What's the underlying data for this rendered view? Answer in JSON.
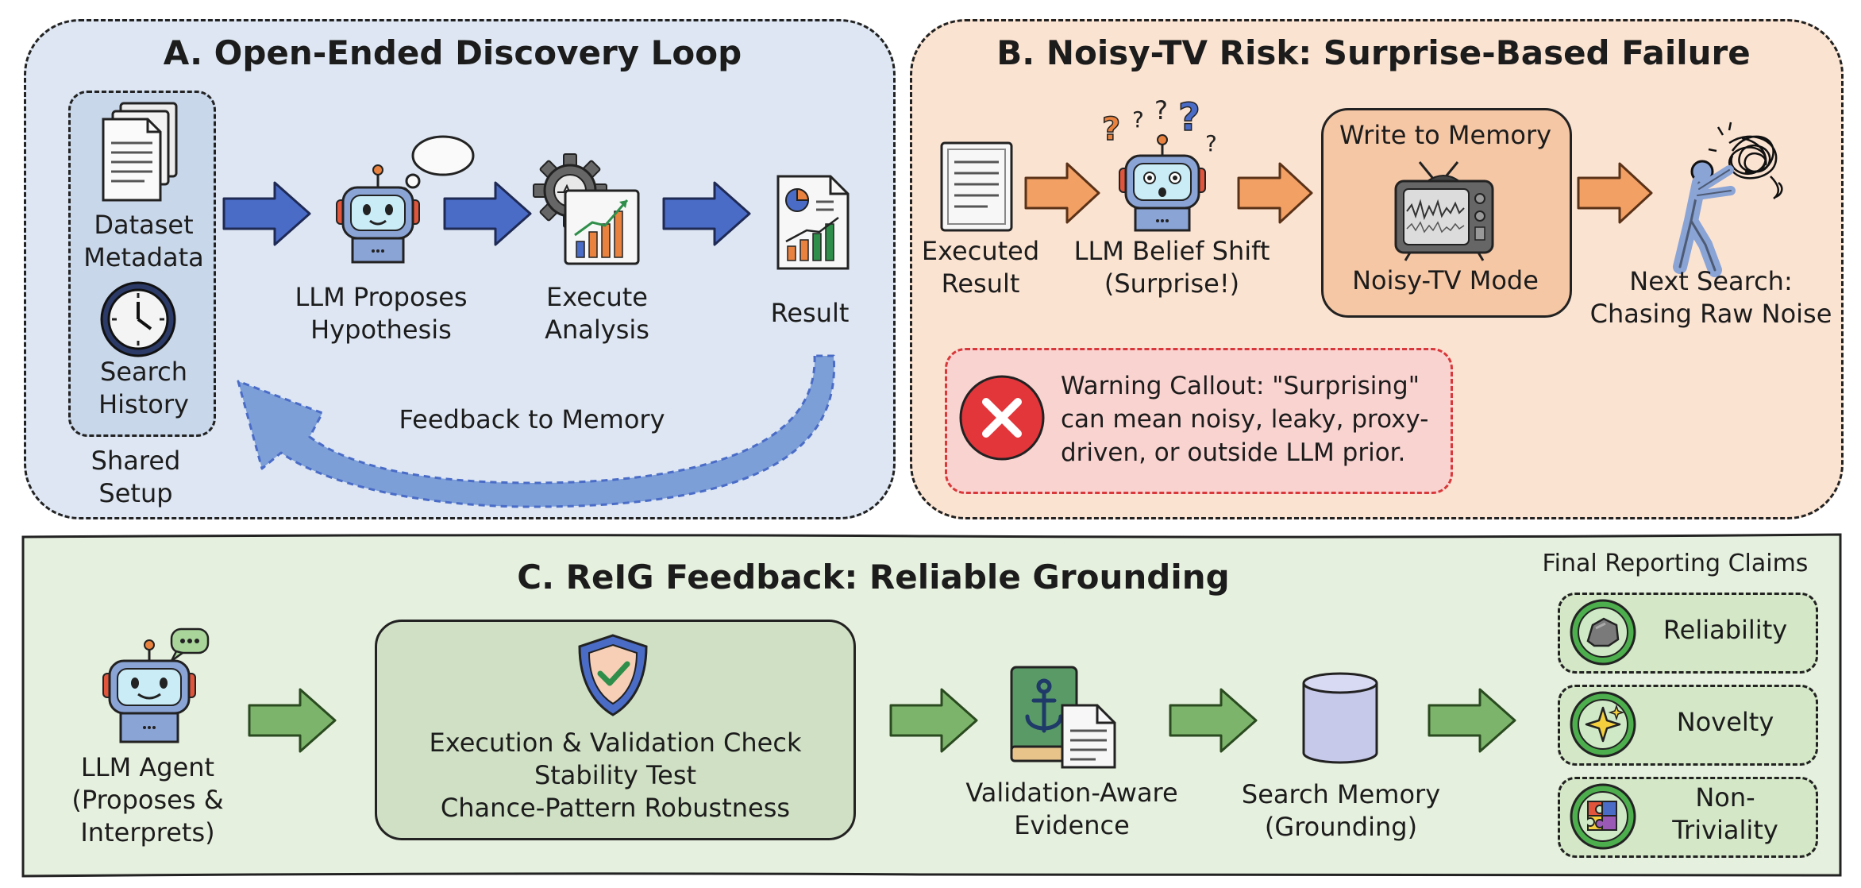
{
  "panel_a": {
    "title": "A. Open-Ended Discovery Loop",
    "dataset_line1": "Dataset",
    "dataset_line2": "Metadata",
    "search_line1": "Search",
    "search_line2": "History",
    "shared_line1": "Shared",
    "shared_line2": "Setup",
    "llm_line1": "LLM Proposes",
    "llm_line2": "Hypothesis",
    "execute_line1": "Execute",
    "execute_line2": "Analysis",
    "result": "Result",
    "feedback": "Feedback to Memory"
  },
  "panel_b": {
    "title": "B. Noisy-TV Risk: Surprise-Based Failure",
    "executed_line1": "Executed",
    "executed_line2": "Result",
    "belief_line1": "LLM Belief Shift",
    "belief_line2": "(Surprise!)",
    "write_memory": "Write to Memory",
    "noisy_tv_mode": "Noisy-TV Mode",
    "next_line1": "Next Search:",
    "next_line2": "Chasing Raw Noise",
    "warning_line1": "Warning Callout: \"Surprising\"",
    "warning_line2": "can mean noisy, leaky, proxy-",
    "warning_line3": "driven, or outside LLM prior."
  },
  "panel_c": {
    "title": "C. ReIG Feedback: Reliable Grounding",
    "agent_line1": "LLM Agent",
    "agent_line2": "(Proposes &",
    "agent_line3": "Interprets)",
    "check_line1": "Execution & Validation Check",
    "check_line2": "Stability Test",
    "check_line3": "Chance-Pattern Robustness",
    "evidence_line1": "Validation-Aware",
    "evidence_line2": "Evidence",
    "memory_line1": "Search Memory",
    "memory_line2": "(Grounding)",
    "claims_title": "Final Reporting Claims",
    "claims": [
      "Reliability",
      "Novelty",
      "Non-Triviality"
    ]
  },
  "colors": {
    "panel_a_bg": "#dde6f2",
    "panel_b_bg": "#fbe3d1",
    "panel_c_bg": "#e6f0de",
    "arrow_blue": "#4a6cc7",
    "arrow_orange": "#f3a065",
    "arrow_green": "#7db46c",
    "warning_bg": "#f9d3d0",
    "warning_border": "#d8383a"
  }
}
